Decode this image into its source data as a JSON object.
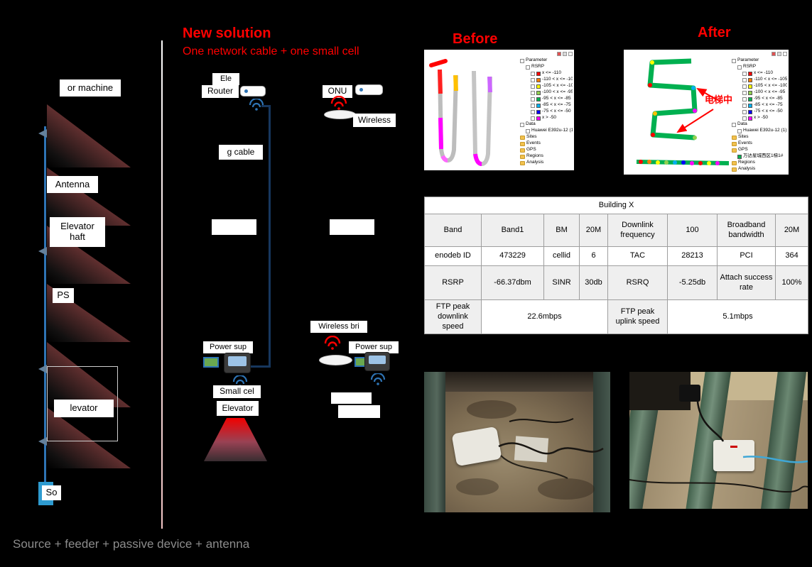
{
  "colors": {
    "accent_red": "#ff0000",
    "feeder_blue": "#2e74b5",
    "cable_dark_blue": "#17375e",
    "caption_gray": "#8c8c8c"
  },
  "old_solution": {
    "machine_room_label": "or machine",
    "antenna_label": "Antenna",
    "shaft_label_line1": "Elevator",
    "shaft_label_line2": "haft",
    "ps_label": "PS",
    "car_label": "levator",
    "source_label": "So",
    "caption": "Source + feeder + passive device + antenna"
  },
  "new_solution": {
    "title": "New solution",
    "subtitle": "One network cable + one small cell",
    "wired": {
      "room_label": "Ele",
      "router_label": "Router",
      "cable_label": "g cable",
      "power_label": "Power sup",
      "small_cell_label": "Small cel",
      "elevator_label": "Elevator"
    },
    "wireless": {
      "onu_label": "ONU",
      "wireless_label": "Wireless",
      "bridge_label": "Wireless bri",
      "power_label": "Power sup"
    }
  },
  "comparison": {
    "before_title": "Before",
    "after_title": "After",
    "annotation": "电梯中",
    "legend": {
      "root_label": "Parameter",
      "rsrp_label": "RSRP",
      "items": [
        {
          "label": "x <= -110",
          "color": "#ff0000"
        },
        {
          "label": "-110 < x <= -105",
          "color": "#ff7c00"
        },
        {
          "label": "-105 < x <= -100",
          "color": "#ffff00"
        },
        {
          "label": "-100 < x <= -95",
          "color": "#92d050"
        },
        {
          "label": "-95 < x <= -85",
          "color": "#00b050"
        },
        {
          "label": "-85 < x <= -75",
          "color": "#00b0f0"
        },
        {
          "label": "-75 < x <= -50",
          "color": "#0000ff"
        },
        {
          "label": "x > -50",
          "color": "#ff00ff"
        }
      ],
      "data_label": "Data",
      "device_label": "Huawei E392u-12 (1)",
      "sites_label": "Sites",
      "events_label": "Events",
      "gps_label": "GPS",
      "site_name": "万达星城西区1梯1#",
      "regions_label": "Regions",
      "analysis_label": "Analysis"
    }
  },
  "table": {
    "title": "Building X",
    "rows": [
      [
        "Band",
        "Band1",
        "BM",
        "20M",
        "Downlink frequency",
        "100",
        "Broadband bandwidth",
        "20M"
      ],
      [
        "enodeb ID",
        "473229",
        "cellid",
        "6",
        "TAC",
        "28213",
        "PCI",
        "364"
      ],
      [
        "RSRP",
        "-66.37dbm",
        "SINR",
        "30db",
        "RSRQ",
        "-5.25db",
        "Attach success rate",
        "100%"
      ]
    ],
    "ftp": {
      "downlink_label": "FTP peak downlink speed",
      "downlink_value": "22.6mbps",
      "uplink_label": "FTP peak uplink speed",
      "uplink_value": "5.1mbps"
    }
  }
}
